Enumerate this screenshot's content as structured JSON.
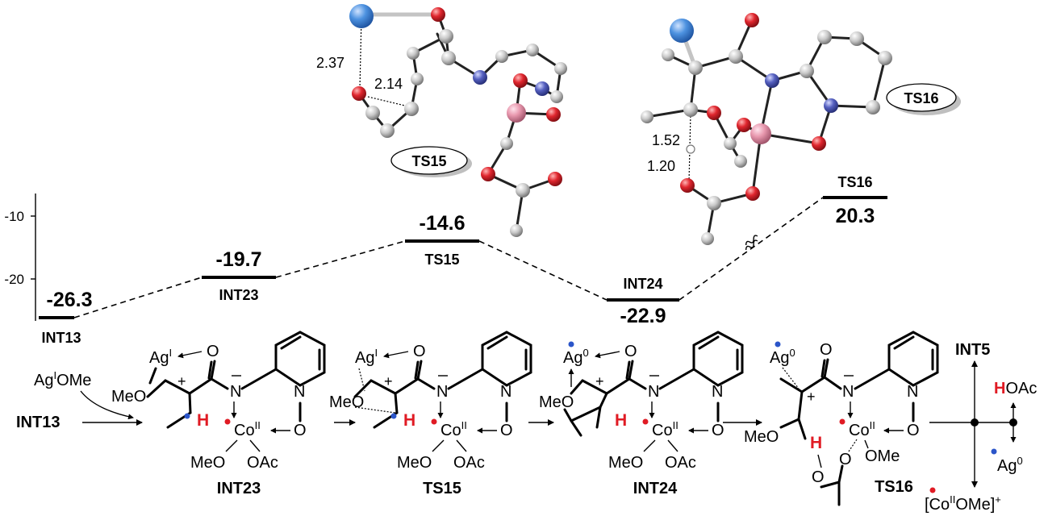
{
  "axis": {
    "ticks": [
      {
        "label": "-10",
        "value": -10
      },
      {
        "label": "-20",
        "value": -20
      }
    ]
  },
  "levels": [
    {
      "id": "int13",
      "name": "INT13",
      "energy": "-26.3"
    },
    {
      "id": "int23",
      "name": "INT23",
      "energy": "-19.7"
    },
    {
      "id": "ts15",
      "name": "TS15",
      "energy": "-14.6"
    },
    {
      "id": "int24",
      "name": "INT24",
      "energy": "-22.9"
    },
    {
      "id": "ts16",
      "name": "TS16",
      "energy": "20.3"
    }
  ],
  "ts15_model": {
    "label": "TS15",
    "dist_ag_o": "2.37",
    "dist_o_h": "2.14"
  },
  "ts16_model": {
    "label": "TS16",
    "dist_c_h": "1.52",
    "dist_h_o": "1.20"
  },
  "scheme": {
    "start_label": "INT13",
    "reagent": "Ag",
    "reagent_sup": "I",
    "reagent_rest": "OMe",
    "ag": "Ag",
    "ag_i": "I",
    "ag_0": "0",
    "o": "O",
    "n": "N",
    "h": "H",
    "meo": "MeO",
    "co": "Co",
    "co_ii": "II",
    "oac": "OAc",
    "ome": "OMe",
    "plus": "+",
    "minus": "–",
    "structures": [
      {
        "name": "INT23"
      },
      {
        "name": "TS15"
      },
      {
        "name": "INT24"
      },
      {
        "name": "TS16"
      }
    ],
    "products": {
      "top": "INT5",
      "hoac_h": "H",
      "hoac_rest": "OAc",
      "ag0_main": "Ag",
      "ag0_sup": "0",
      "co_open": "[Co",
      "co_sup": "II",
      "co_close": "OMe]",
      "co_charge": "+"
    }
  },
  "colors": {
    "silver_atom": "#3f86d6",
    "oxygen_atom": "#d8222a",
    "nitrogen_atom": "#4c57b0",
    "cobalt_atom": "#e69bb0",
    "carbon_atom": "#bdbdbd",
    "radical_red": "#e01b24",
    "radical_blue": "#2b55c9",
    "hydrogen_highlight": "#e01b24"
  }
}
